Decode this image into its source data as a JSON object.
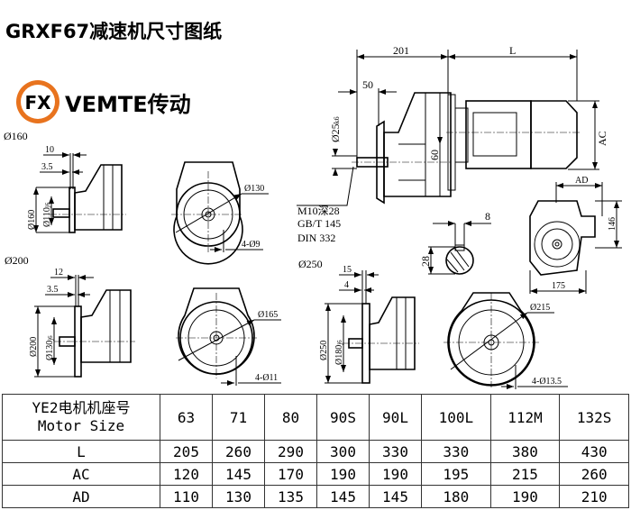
{
  "title": "GRXF67减速机尺寸图纸",
  "logo": {
    "mark": "FX",
    "brand": "VEMTE传动",
    "color": "#e8731e"
  },
  "main_view": {
    "dim_201": "201",
    "dim_L": "L",
    "dim_50": "50",
    "dim_shaft": "Ø25",
    "dim_shaft_tol": "k6",
    "dim_60": "60",
    "dim_AC": "AC",
    "note_lines": [
      "M10深28",
      "GB/T 145",
      "DIN 332"
    ]
  },
  "keyway": {
    "width": "8",
    "height": "28"
  },
  "end_view": {
    "dim_AD": "AD",
    "dim_146": "146",
    "dim_175": "175"
  },
  "flanges": [
    {
      "label": "Ø160",
      "dim_a": "10",
      "dim_b": "3.5",
      "outer": "Ø160",
      "pilot": "Ø110",
      "pilot_tol": "j6",
      "pcd": "Ø130",
      "holes": "4-Ø9"
    },
    {
      "label": "Ø200",
      "dim_a": "12",
      "dim_b": "3.5",
      "outer": "Ø200",
      "pilot": "Ø130",
      "pilot_tol": "j6",
      "pcd": "Ø165",
      "holes": "4-Ø11"
    },
    {
      "label": "Ø250",
      "dim_a": "15",
      "dim_b": "4",
      "outer": "Ø250",
      "pilot": "Ø180",
      "pilot_tol": "j6",
      "pcd": "Ø215",
      "holes": "4-Ø13.5"
    }
  ],
  "table": {
    "header_cn": "YE2电机机座号",
    "header_en": "Motor Size",
    "sizes": [
      "63",
      "71",
      "80",
      "90S",
      "90L",
      "100L",
      "112M",
      "132S"
    ],
    "rows": [
      {
        "label": "L",
        "values": [
          "205",
          "260",
          "290",
          "300",
          "330",
          "330",
          "380",
          "430"
        ]
      },
      {
        "label": "AC",
        "values": [
          "120",
          "145",
          "170",
          "190",
          "190",
          "195",
          "215",
          "260"
        ]
      },
      {
        "label": "AD",
        "values": [
          "110",
          "130",
          "135",
          "145",
          "145",
          "180",
          "190",
          "210"
        ]
      }
    ]
  }
}
